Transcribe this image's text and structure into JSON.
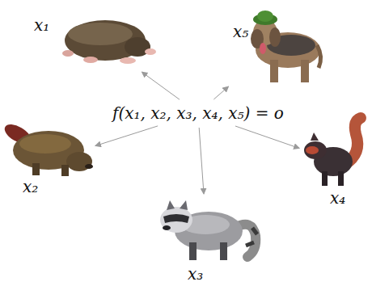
{
  "diagram": {
    "nodes": [
      {
        "text": [
          "f(x₁, x₂, x₃, x₄, x₅) = o"
        ]
      },
      {
        "text": [
          "x₁"
        ]
      },
      {
        "text": [
          "x₂"
        ]
      },
      {
        "text": [
          "x₃"
        ]
      },
      {
        "text": [
          "x₄"
        ]
      },
      {
        "text": [
          "x₅"
        ]
      }
    ],
    "edges": [
      {
        "from": 0,
        "to": 1,
        "arrow": "to"
      },
      {
        "from": 0,
        "to": 2,
        "arrow": "to"
      },
      {
        "from": 0,
        "to": 3,
        "arrow": "to"
      },
      {
        "from": 0,
        "to": 4,
        "arrow": "to"
      },
      {
        "from": 0,
        "to": 5,
        "arrow": "to"
      }
    ]
  }
}
